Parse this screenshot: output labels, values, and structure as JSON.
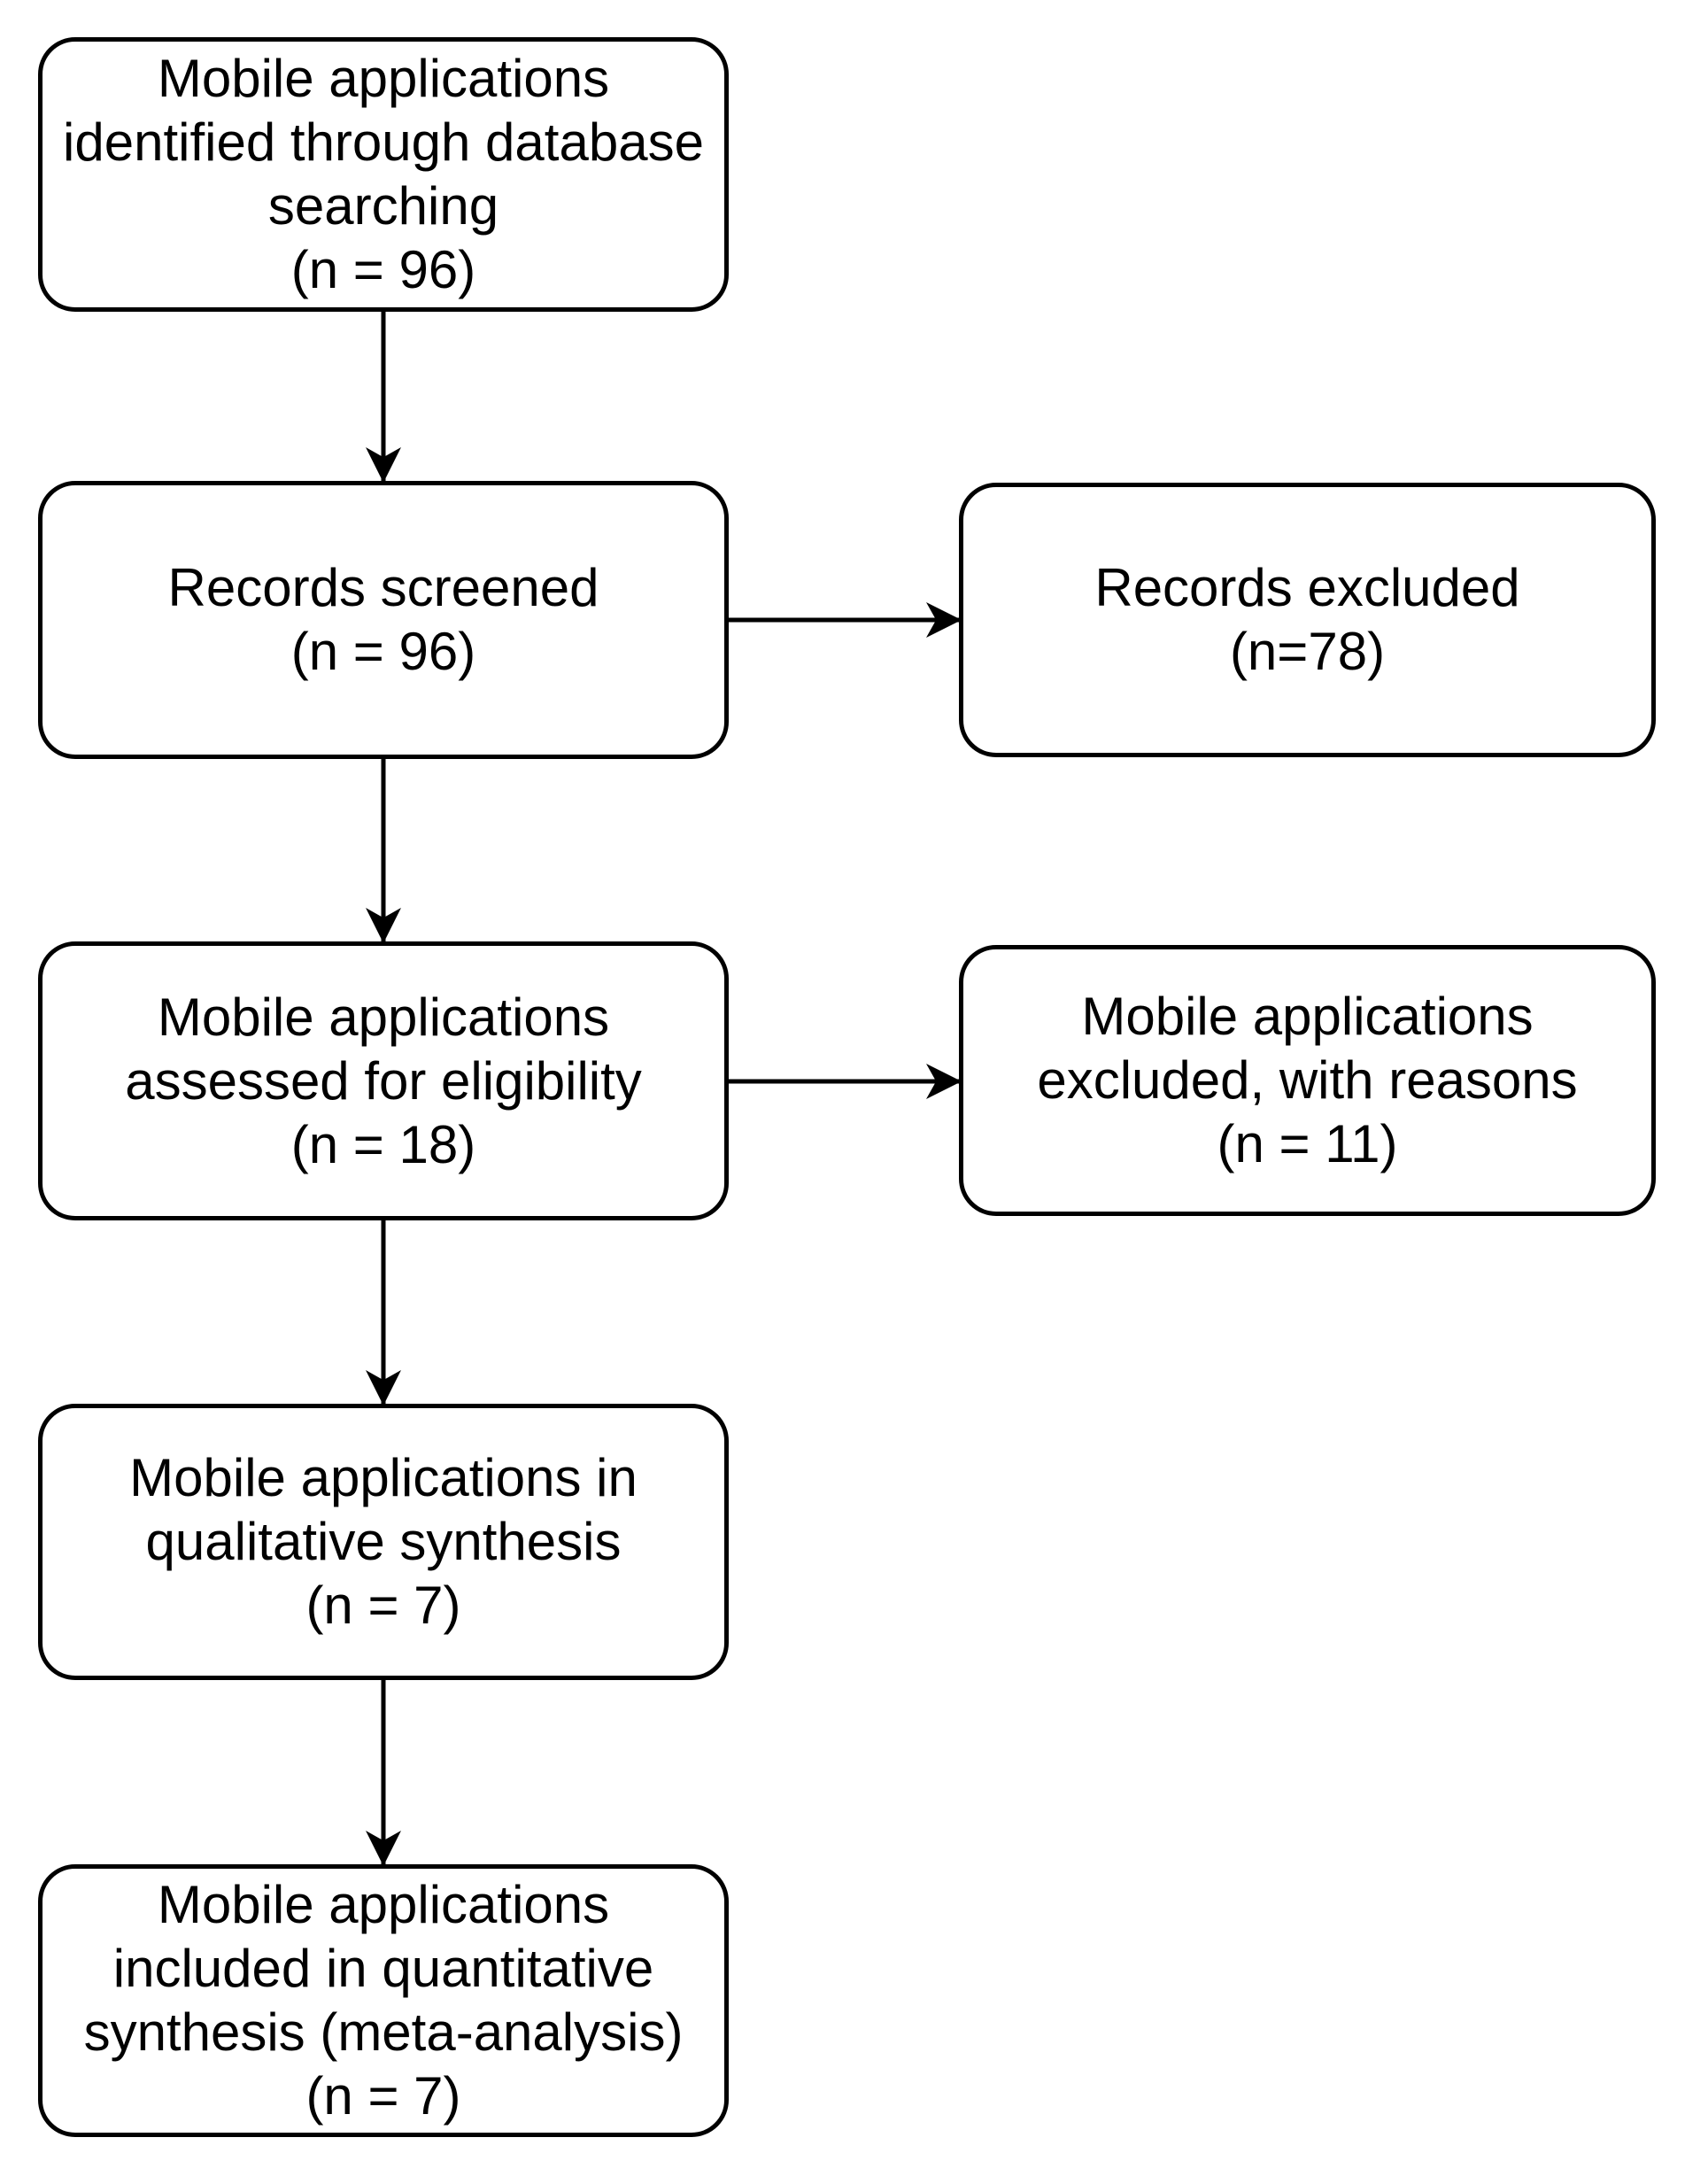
{
  "diagram": {
    "kind": "flowchart",
    "background_color": "#ffffff",
    "box_border_color": "#000000",
    "text_color": "#000000",
    "arrow_color": "#000000"
  },
  "boxes": {
    "identification": {
      "lines": [
        "Mobile applications",
        "identified through database",
        "searching",
        "(n = 96)"
      ]
    },
    "screened": {
      "lines": [
        "Records screened",
        "(n = 96)"
      ]
    },
    "records_excluded": {
      "lines": [
        "Records excluded",
        "(n=78)"
      ]
    },
    "assessed": {
      "lines": [
        "Mobile applications",
        "assessed for eligibility",
        "(n = 18)"
      ]
    },
    "apps_excluded": {
      "lines": [
        "Mobile applications",
        "excluded, with reasons",
        "(n = 11)"
      ]
    },
    "qualitative": {
      "lines": [
        "Mobile applications in",
        "qualitative synthesis",
        "(n = 7)"
      ]
    },
    "quantitative": {
      "lines": [
        "Mobile applications",
        "included in quantitative",
        "synthesis (meta-analysis)",
        "(n = 7)"
      ]
    }
  }
}
